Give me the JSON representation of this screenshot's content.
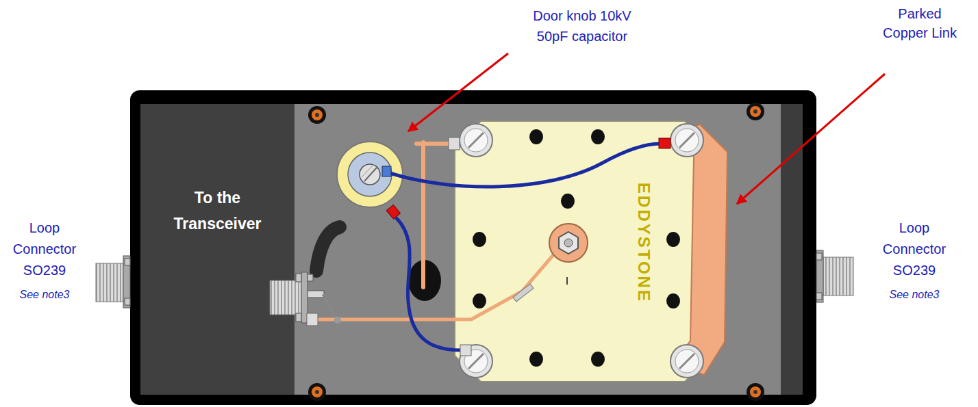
{
  "diagram": {
    "nodes": [
      {
        "text": [
          "To the Transceiver"
        ]
      },
      {
        "text": [
          "EDDYSTONE"
        ]
      }
    ],
    "labels": [
      "Door knob 10kV 50pF capacitor",
      "Parked Copper Link",
      "Loop Connector SO239",
      "See note3",
      "Loop Connector SO239",
      "See note3"
    ]
  }
}
